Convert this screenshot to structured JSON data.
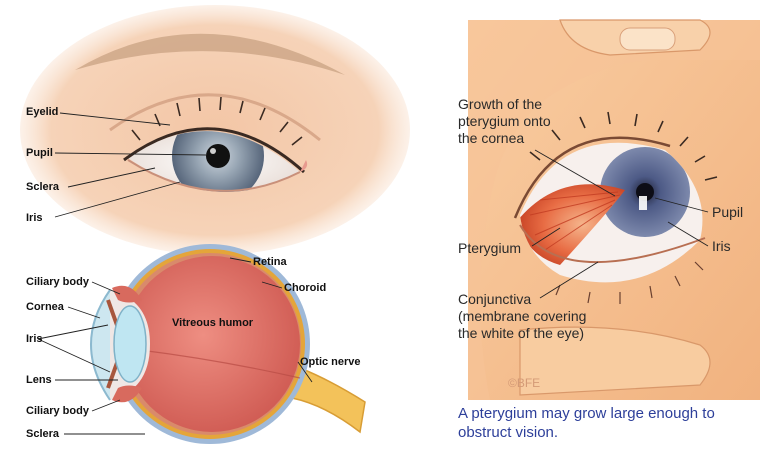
{
  "external_eye": {
    "labels": [
      "Eyelid",
      "Pupil",
      "Sclera",
      "Iris"
    ]
  },
  "cross_section": {
    "labels_left": [
      "Ciliary body",
      "Cornea",
      "Iris",
      "Lens",
      "Ciliary body",
      "Sclera"
    ],
    "labels_right": [
      "Retina",
      "Choroid",
      "Optic nerve"
    ],
    "inner_label": "Vitreous humor"
  },
  "pterygium": {
    "growth_label": [
      "Growth of the",
      "pterygium onto",
      "the cornea"
    ],
    "pterygium_label": "Pterygium",
    "conjunctiva_label": [
      "Conjunctiva",
      "(membrane covering",
      "the white of the eye)"
    ],
    "pupil_label": "Pupil",
    "iris_label": "Iris",
    "watermark": "©BFE",
    "caption": [
      "A pterygium may grow large enough to",
      "obstruct vision."
    ]
  },
  "colors": {
    "caption": "#2d3f9a",
    "skin": "#f4c9a5",
    "vitreous": "#e07368",
    "iris_blue": "#6f7f96",
    "pterygium_red": "#e25a3a"
  }
}
